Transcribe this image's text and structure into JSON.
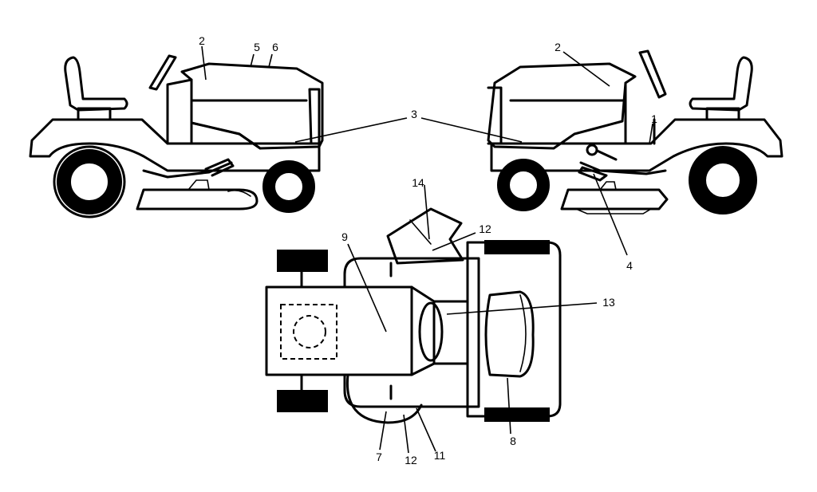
{
  "callouts": {
    "c1": "1",
    "c2a": "2",
    "c2b": "2",
    "c3": "3",
    "c4": "4",
    "c5": "5",
    "c6": "6",
    "c7": "7",
    "c8": "8",
    "c9": "9",
    "c11": "11",
    "c12a": "12",
    "c12b": "12",
    "c13": "13",
    "c14": "14"
  }
}
